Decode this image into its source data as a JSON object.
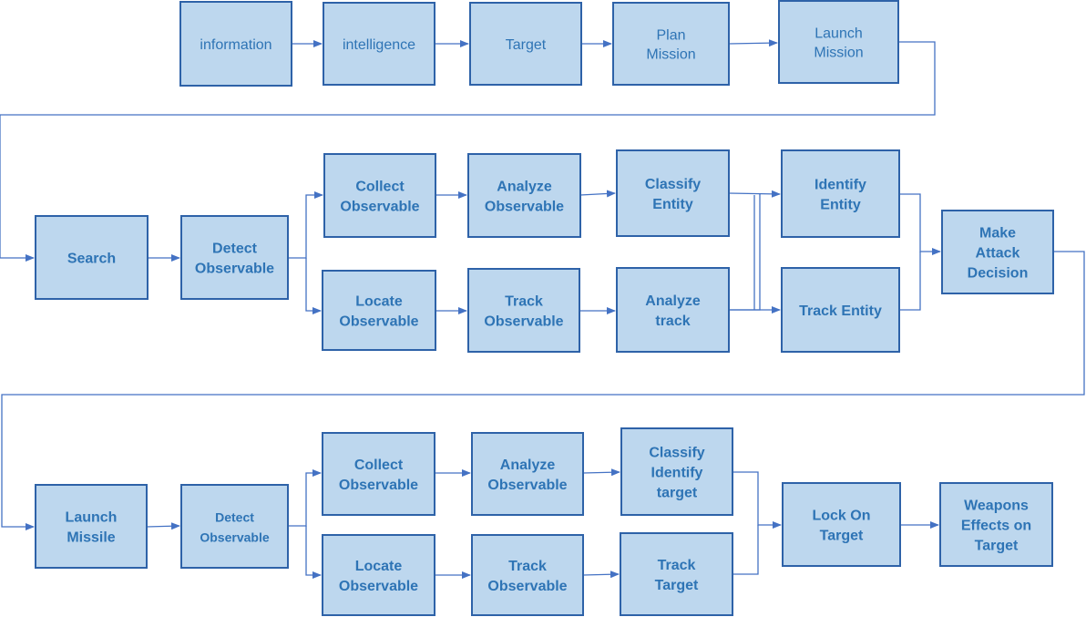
{
  "diagram": {
    "row1": {
      "information": [
        "information"
      ],
      "intelligence": [
        "intelligence"
      ],
      "target": [
        "Target"
      ],
      "plan_mission": [
        "Plan",
        "Mission"
      ],
      "launch_mission": [
        "Launch",
        "Mission"
      ]
    },
    "row2": {
      "search": [
        "Search"
      ],
      "detect_observable": [
        "Detect",
        "Observable"
      ],
      "collect_observable": [
        "Collect",
        "Observable"
      ],
      "analyze_observable": [
        "Analyze",
        "Observable"
      ],
      "classify_entity": [
        "Classify",
        "Entity"
      ],
      "identify_entity": [
        "Identify",
        "Entity"
      ],
      "locate_observable": [
        "Locate",
        "Observable"
      ],
      "track_observable": [
        "Track",
        "Observable"
      ],
      "analyze_track": [
        "Analyze",
        "track"
      ],
      "track_entity": [
        "Track  Entity"
      ],
      "make_attack_decision": [
        "Make",
        "Attack",
        "Decision"
      ]
    },
    "row3": {
      "launch_missile": [
        "Launch",
        "Missile"
      ],
      "detect_observable": [
        "Detect",
        "Observable"
      ],
      "collect_observable": [
        "Collect",
        "Observable"
      ],
      "analyze_observable": [
        "Analyze",
        "Observable"
      ],
      "classify_identify_target": [
        "Classify",
        "Identify",
        "target"
      ],
      "locate_observable": [
        "Locate",
        "Observable"
      ],
      "track_observable": [
        "Track",
        "Observable"
      ],
      "track_target": [
        "Track",
        "Target"
      ],
      "lock_on_target": [
        "Lock On",
        "Target"
      ],
      "weapons_effects_on_target": [
        "Weapons",
        "Effects on",
        "Target"
      ]
    }
  }
}
